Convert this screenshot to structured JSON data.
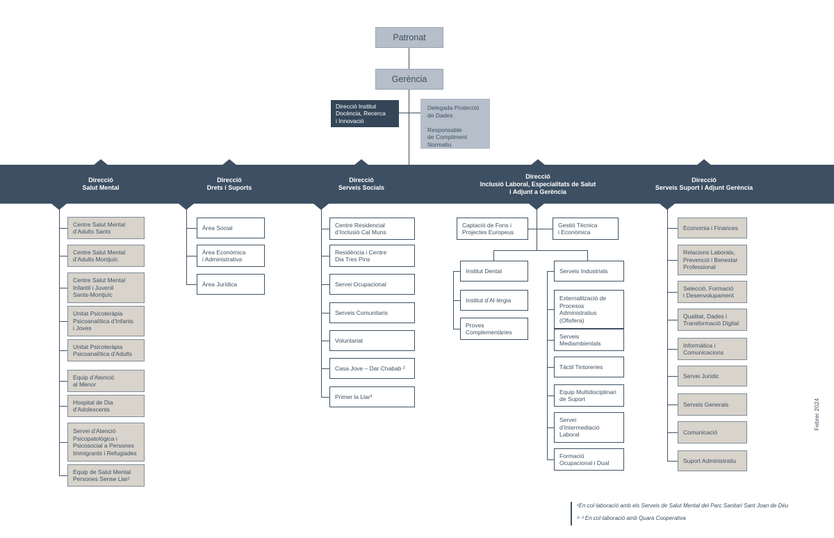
{
  "colors": {
    "accent": "#3e5062",
    "band": "#3d4f62",
    "gray_box": "#b5bec9",
    "tan_box": "#d8d3cb",
    "dark_box": "#344658"
  },
  "header": {
    "patronat": "Patronat",
    "gerencia": "Gerència",
    "institut": "Direcció Institut\nDocència, Recerca\ni Innovació",
    "compliance": "Delegada Protecció\nde Dades\n\nResponsable\nde Compliment\nNormatiu"
  },
  "divisions": {
    "salut_mental": "Direcció\nSalut Mental",
    "drets_suports": "Direcció\nDrets i Suports",
    "serveis_socials": "Direcció\nServeis Socials",
    "inclusio_laboral": "Direcció\nInclusió Laboral, Especialitats de Salut\ni Adjunt a Gerència",
    "serveis_suport": "Direcció\nServeis Suport i Adjunt Gerència"
  },
  "salut_mental": {
    "b1": "Centre Salut Mental\nd’Adults Sants",
    "b2": "Centre Salut Mental\nd’Adults Montjuïc",
    "b3": "Centre Salut Mental\nInfantil i Juvenil\nSants-Montjuïc",
    "b4": "Unitat Psicoteràpia\nPsicoanalítica d’Infants\ni Joves",
    "b5": "Unitat Psicoteràpia\nPsicoanalítica d’Adults",
    "b6": "Equip d’Atenció\nal Menor",
    "b7": "Hospital de Dia\nd’Adolescents",
    "b8": "Servei d’Atenció\nPsicopatològica i\nPsicosocial a Persones\nImmigrants i Refugiades",
    "b9": "Equip de Salut Mental\nPersones Sense Llar¹"
  },
  "drets_suports": {
    "b1": "Àrea Social",
    "b2": "Àrea Econòmica\ni Administrativa",
    "b3": "Àrea Jurídica"
  },
  "serveis_socials": {
    "b1": "Centre Residencial\nd’Inclusió Cal Muns",
    "b2": "Residència i Centre\nDia Tres Pins",
    "b3": "Servei Ocupacional",
    "b4": "Serveis Comunitaris",
    "b5": "Voluntariat",
    "b6": "Casa Jove – Dar Chabab ²",
    "b7": "Primer la Llar³"
  },
  "inclusio_laboral": {
    "captacio": "Captació de Fons i\nProjectes Europeus",
    "gestio": "Gestió Tècnica\ni Econòmica",
    "dental": "Institut Dental",
    "allergia": "Institut d’Al·lèrgia",
    "proves": "Proves\nComplementàries",
    "industrials": "Serveis Industrials",
    "externalitzacio": "Externalització de\nProcesos\nAdministratius\n(Ofisfera)",
    "mediambientals": "Serveis\nMediambientals",
    "tactil": "Tàctil Tintoreries",
    "equip_multi": "Equip Multidisciplinari\nde Suport",
    "intermediacio": "Servei\nd’Intermediació\nLaboral",
    "formacio": "Formació\nOcupacional i Dual"
  },
  "serveis_suport": {
    "b1": "Economia i Finances",
    "b2": "Relacions Laborals,\nPrevenció i Benestar\nProfessional",
    "b3": "Selecció, Formació\ni Desenvolupament",
    "b4": "Qualitat, Dades i\nTransformació Digital",
    "b5": "Informàtica i\nComunicacions",
    "b6": "Servei Jurídic",
    "b7": "Serveis Generals",
    "b8": "Comunicació",
    "b9": "Suport Administratiu"
  },
  "footnotes": {
    "f1": "¹En col·laboració amb els Serveis de Salut Mental del Parc Sanitari Sant Joan de Déu",
    "f2": "²⁻³ En col·laboració amb Quara Cooperativa"
  },
  "date_label": "Febrer 2024"
}
